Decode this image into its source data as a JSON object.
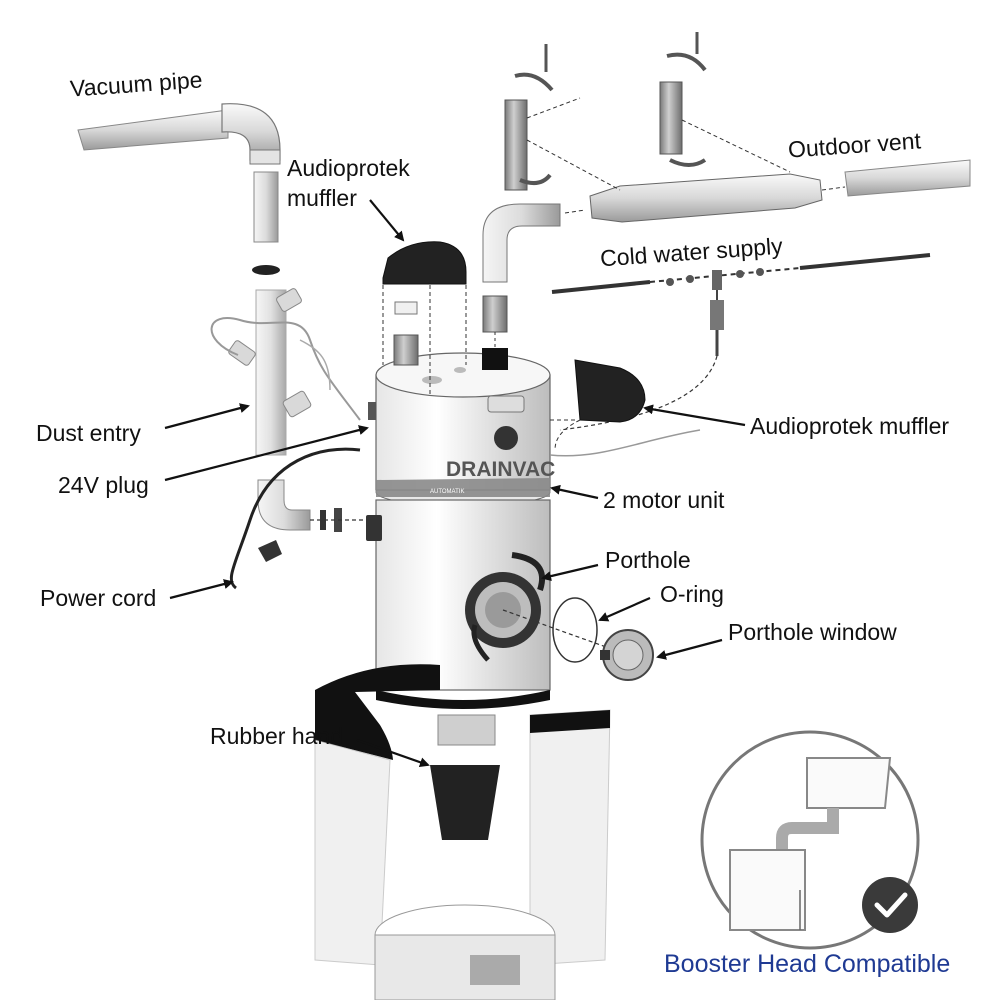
{
  "labels": {
    "vacuum_pipe": "Vacuum pipe",
    "audioprotek_muffler_top": "Audioprotek\nmuffler",
    "outdoor_vent": "Outdoor vent",
    "cold_water_supply": "Cold water supply",
    "dust_entry": "Dust entry",
    "plug_24v": "24V plug",
    "audioprotek_muffler_side": "Audioprotek muffler",
    "motor_unit": "2 motor unit",
    "power_cord": "Power cord",
    "porthole": "Porthole",
    "o_ring": "O-ring",
    "porthole_window": "Porthole window",
    "rubber_hand": "Rubber hand"
  },
  "unit": {
    "brand": "DRAINVAC",
    "model": "AUTOMATIK"
  },
  "badge": {
    "text": "Booster Head Compatible",
    "check_icon": "checkmark-circle-icon"
  },
  "colors": {
    "badge_text": "#1f3a93",
    "ink": "#111111",
    "line": "#333333",
    "body": "#f2f2f2",
    "dark_part": "#222222"
  }
}
